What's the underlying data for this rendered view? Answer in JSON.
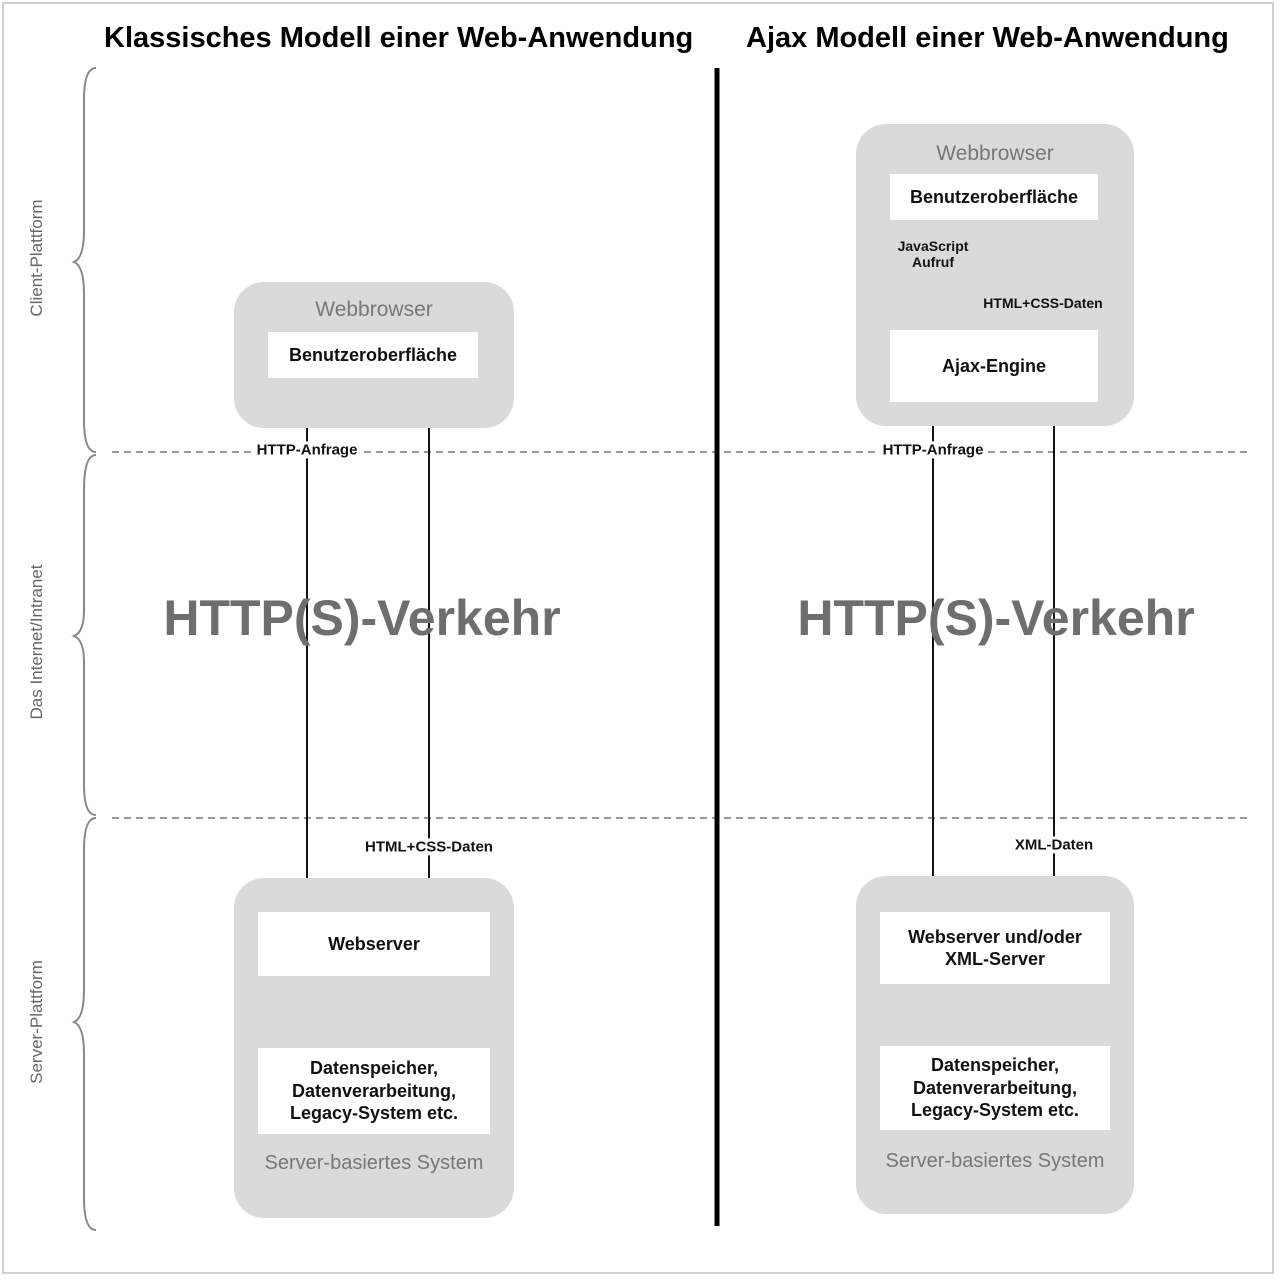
{
  "titles": {
    "classic": "Klassisches Modell einer Web-Anwendung",
    "ajax": "Ajax Modell einer Web-Anwendung"
  },
  "side_labels": {
    "client": "Client-Plattform",
    "internet": "Das Internet/Intranet",
    "server": "Server-Plattform"
  },
  "classic": {
    "browser_title": "Webbrowser",
    "ui": "Benutzeroberfläche",
    "request": "HTTP-Anfrage",
    "response": "HTML+CSS-Daten",
    "traffic": "HTTP(S)-Verkehr",
    "webserver": "Webserver",
    "storage": "Datenspeicher,\nDatenverarbeitung,\nLegacy-System etc.",
    "system_title": "Server-basiertes System"
  },
  "ajax": {
    "browser_title": "Webbrowser",
    "ui": "Benutzeroberfläche",
    "js_call": "JavaScript\nAufruf",
    "html_css": "HTML+CSS-Daten",
    "engine": "Ajax-Engine",
    "request": "HTTP-Anfrage",
    "xml": "XML-Daten",
    "traffic": "HTTP(S)-Verkehr",
    "webserver": "Webserver und/oder\nXML-Server",
    "storage": "Datenspeicher,\nDatenverarbeitung,\nLegacy-System etc.",
    "system_title": "Server-basiertes System"
  }
}
